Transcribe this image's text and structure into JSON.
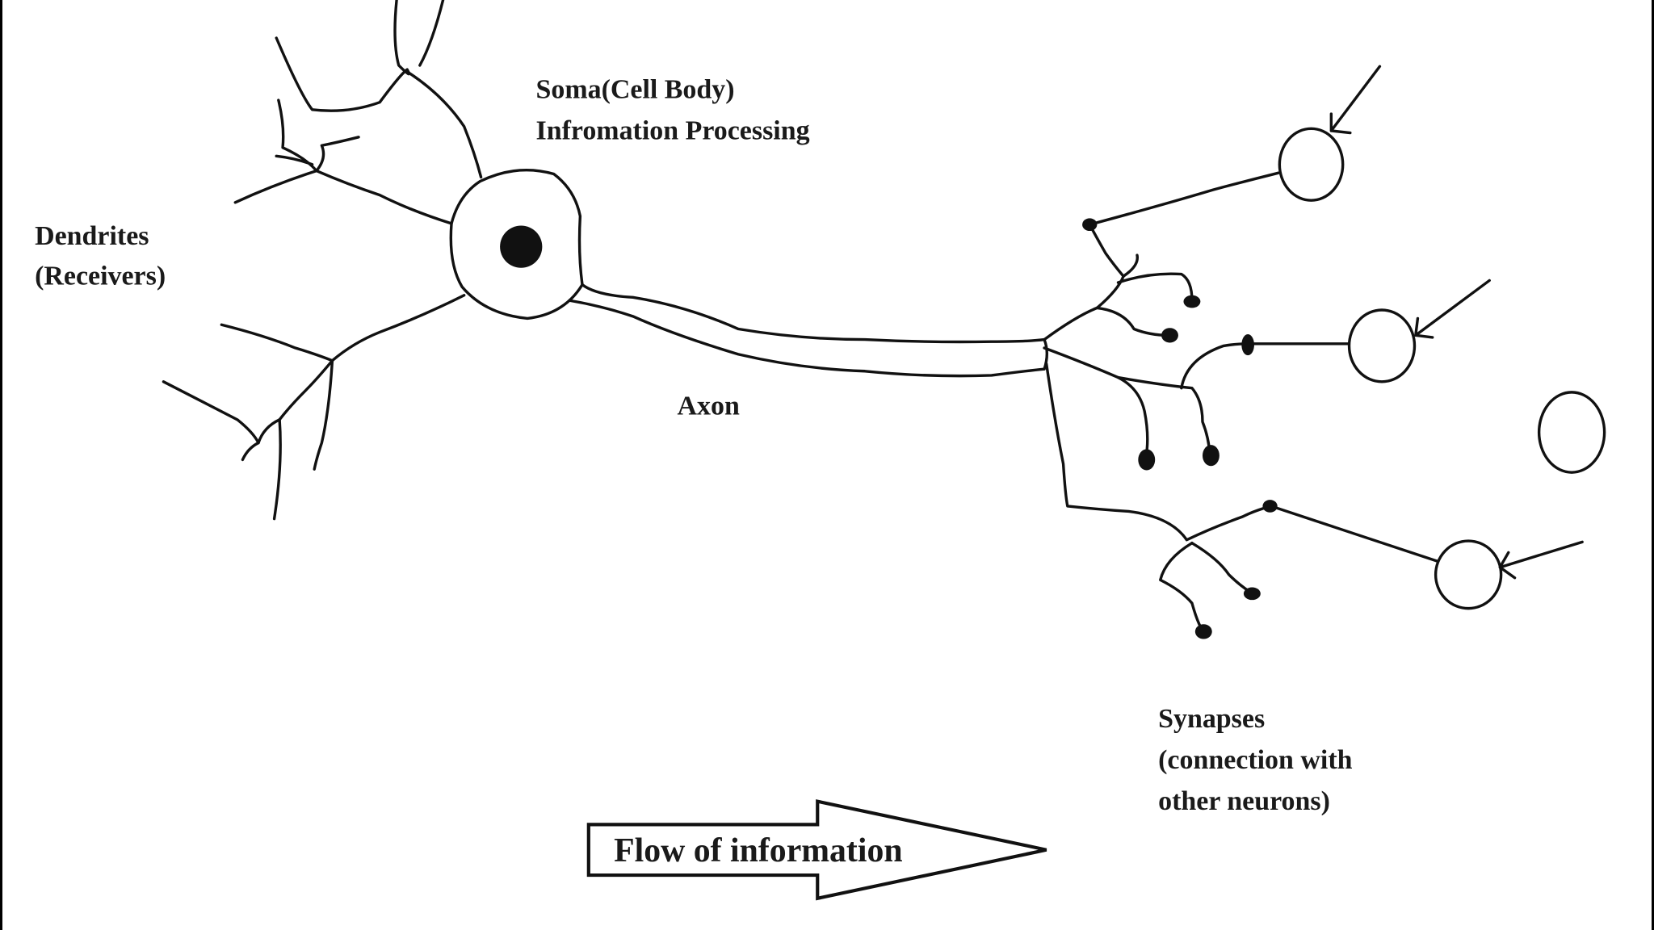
{
  "labels": {
    "soma_line1": "Soma(Cell Body)",
    "soma_line2": "Infromation Processing",
    "dendrites_line1": "Dendrites",
    "dendrites_line2": "(Receivers)",
    "axon": "Axon",
    "synapses_line1": "Synapses",
    "synapses_line2": "(connection with",
    "synapses_line3": "other neurons)",
    "flow": "Flow of information"
  },
  "colors": {
    "ink": "#111111",
    "background": "#ffffff"
  }
}
